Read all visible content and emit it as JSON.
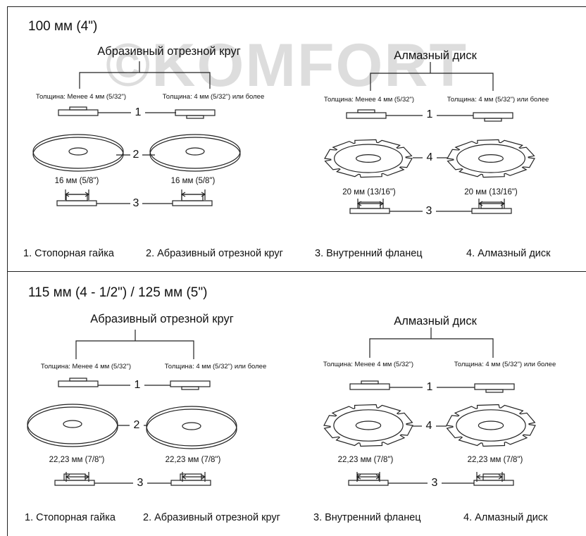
{
  "watermark": "©KOMFORT",
  "sections": [
    {
      "title": "100 мм (4\")",
      "left": {
        "heading": "Абразивный отрезной круг",
        "thin_label": "Толщина: Менее 4 мм (5/32\")",
        "thick_label": "Толщина: 4 мм (5/32\") или более",
        "dim_left": "16 мм (5/8\")",
        "dim_right": "16 мм (5/8\")",
        "num1": "1",
        "num2": "2",
        "num3": "3"
      },
      "right": {
        "heading": "Алмазный диск",
        "thin_label": "Толщина: Менее 4 мм (5/32\")",
        "thick_label": "Толщина: 4 мм (5/32\") или более",
        "dim_left": "20 мм (13/16\")",
        "dim_right": "20 мм (13/16\")",
        "num1": "1",
        "num4": "4",
        "num3": "3"
      },
      "legend": [
        "1. Стопорная гайка",
        "2. Абразивный отрезной круг",
        "3.  Внутренний фланец",
        "4.  Алмазный диск"
      ]
    },
    {
      "title": "115 мм (4 - 1/2\") / 125 мм (5\")",
      "left": {
        "heading": "Абразивный отрезной круг",
        "thin_label": "Толщина: Менее 4 мм (5/32\")",
        "thick_label": "Толщина: 4 мм (5/32\") или более",
        "dim_left": "22,23 мм (7/8\")",
        "dim_right": "22,23 мм (7/8\")",
        "num1": "1",
        "num2": "2",
        "num3": "3"
      },
      "right": {
        "heading": "Алмазный диск",
        "thin_label": "Толщина: Менее 4 мм (5/32\")",
        "thick_label": "Толщина: 4 мм (5/32\") или более",
        "dim_left": "22,23 мм (7/8\")",
        "dim_right": "22,23 мм (7/8\")",
        "num1": "1",
        "num4": "4",
        "num3": "3"
      },
      "legend": [
        "1. Стопорная гайка",
        "2. Абразивный отрезной круг",
        "3.  Внутренний фланец",
        "4.  Алмазный диск"
      ]
    }
  ]
}
